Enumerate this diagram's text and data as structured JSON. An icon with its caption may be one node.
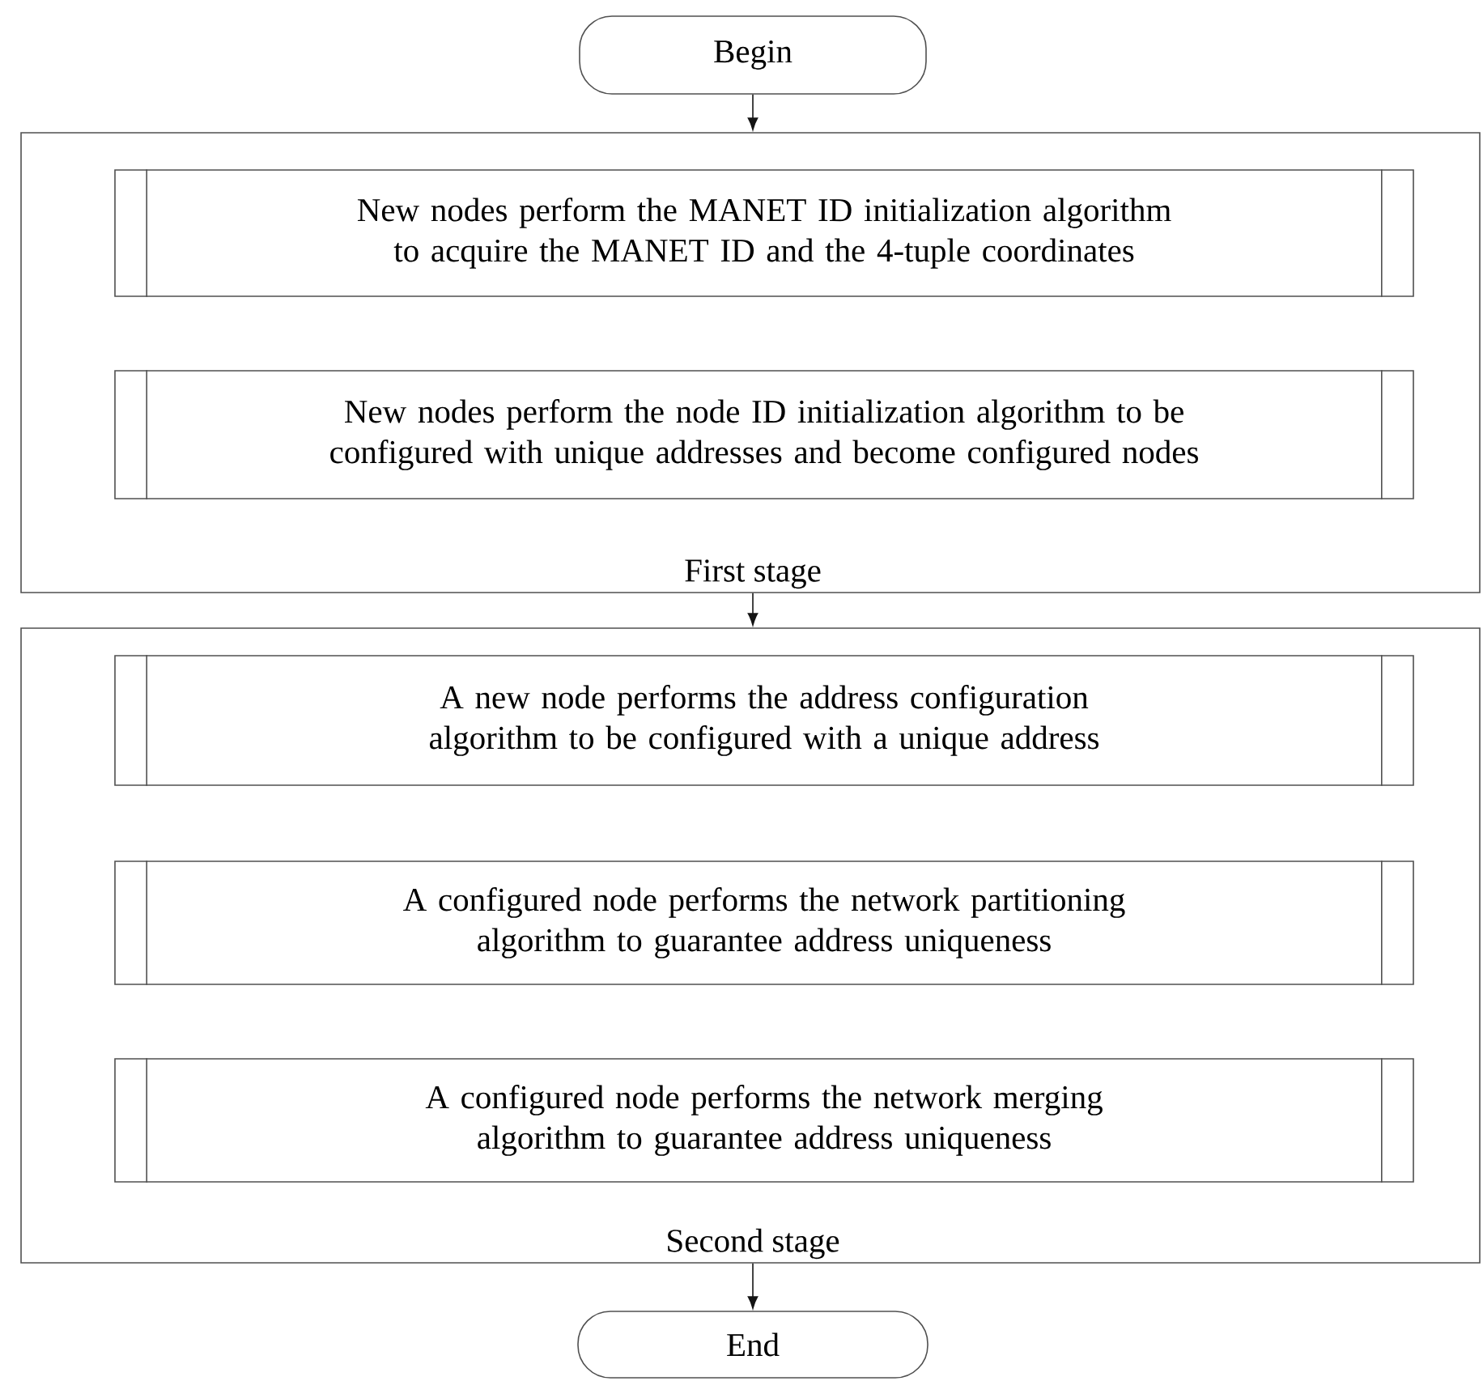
{
  "diagram": {
    "nodes": [
      {
        "text": [
          "Begin"
        ]
      },
      {
        "text": [
          "First stage"
        ]
      },
      {
        "text": [
          "New nodes perform the MANET ID initialization algorithm to acquire the MANET ID and the 4-tuple coordinates"
        ],
        "in": 1
      },
      {
        "text": [
          "New nodes perform the node ID initialization algorithm to be configured with unique addresses and become configured nodes"
        ],
        "in": 1
      },
      {
        "text": [
          "Second stage"
        ]
      },
      {
        "text": [
          "A  new node performs the address configuration algorithm to be configured with a unique address"
        ],
        "in": 4
      },
      {
        "text": [
          "A  configured node performs the network partitioning algorithm to guarantee  address uniqueness"
        ],
        "in": 4
      },
      {
        "text": [
          "A  configured node performs the network merging algorithm to guarantee  address uniqueness"
        ],
        "in": 4
      },
      {
        "text": [
          "End"
        ]
      }
    ],
    "edges": [
      {
        "from": 0,
        "to": 1,
        "arrow": "to"
      },
      {
        "from": 1,
        "to": 4,
        "arrow": "to"
      },
      {
        "from": 4,
        "to": 8,
        "arrow": "to"
      }
    ]
  }
}
